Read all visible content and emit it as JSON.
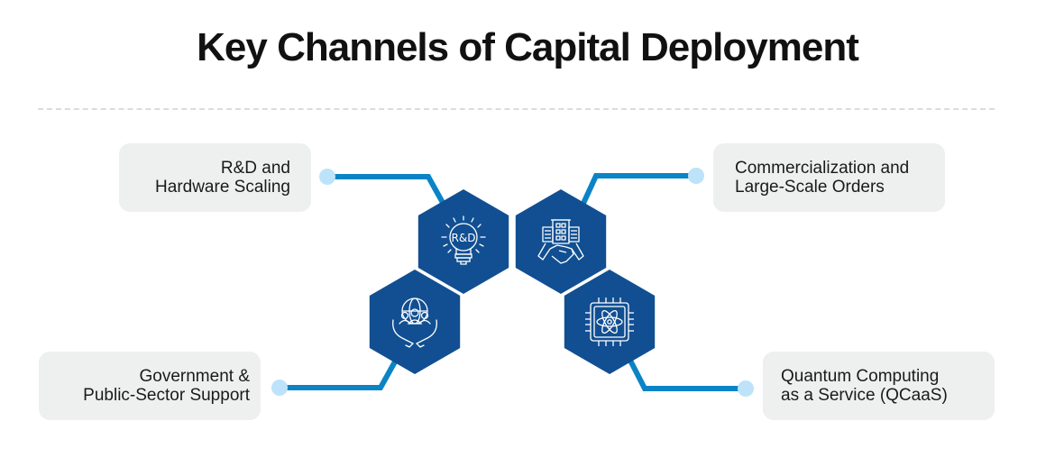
{
  "title": "Key Channels of Capital Deployment",
  "colors": {
    "hexagon_fill": "#114f92",
    "connector": "#0b84c6",
    "dot": "#bde3fa",
    "box_bg": "#eef0ef",
    "icon_stroke": "#ffffff",
    "divider": "#d9dddd"
  },
  "channels": [
    {
      "id": "rd",
      "position": "top-left",
      "line1": "R&D and",
      "line2": "Hardware Scaling",
      "icon": "rd-lightbulb-icon",
      "icon_text": "R&D"
    },
    {
      "id": "commercial",
      "position": "top-right",
      "line1": "Commercialization and",
      "line2": "Large-Scale Orders",
      "icon": "buildings-handshake-icon"
    },
    {
      "id": "government",
      "position": "bottom-left",
      "line1": "Government &",
      "line2": "Public-Sector Support",
      "icon": "globe-people-hands-icon"
    },
    {
      "id": "quantum",
      "position": "bottom-right",
      "line1": "Quantum Computing",
      "line2": "as a Service (QCaaS)",
      "icon": "quantum-chip-atom-icon"
    }
  ]
}
